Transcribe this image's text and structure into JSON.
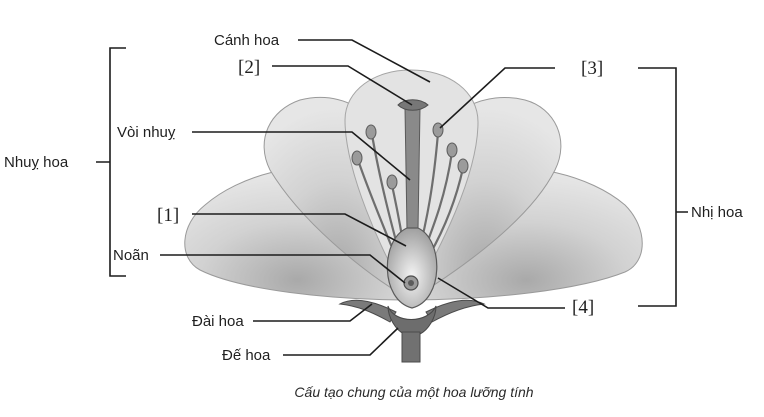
{
  "diagram": {
    "labels": {
      "petal": "Cánh hoa",
      "marker_2": "[2]",
      "marker_3": "[3]",
      "style": "Vòi nhuỵ",
      "pistil": "Nhuỵ hoa",
      "marker_1": "[1]",
      "ovule": "Noãn",
      "stamen": "Nhị hoa",
      "marker_4": "[4]",
      "sepal": "Đài hoa",
      "receptacle": "Đế hoa"
    },
    "caption": "Cấu tạo chung của một hoa lưỡng tính",
    "colors": {
      "petal_fill": "#dcdcdc",
      "petal_shade": "#b9b9b9",
      "pistil_fill": "#8a8a8a",
      "stem_fill": "#707070",
      "line": "#1c1c1c"
    }
  }
}
